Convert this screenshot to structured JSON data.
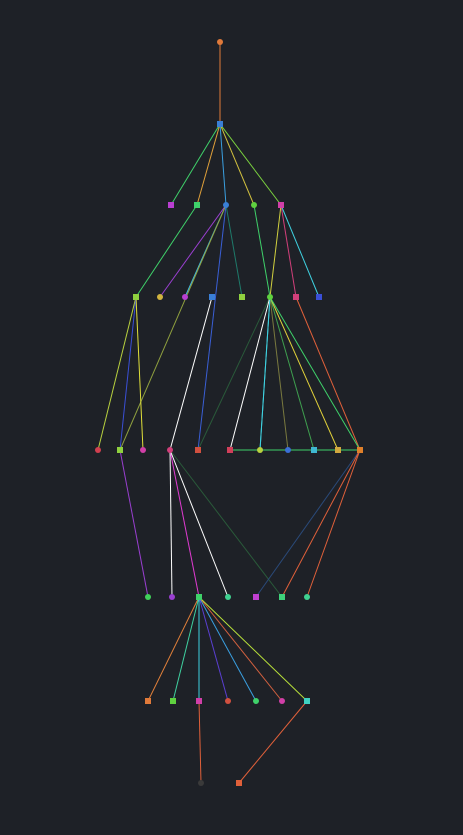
{
  "graph": {
    "background": "#1e2127",
    "nodes": [
      {
        "id": "n0",
        "shape": "circle",
        "color": "#e07a3a"
      },
      {
        "id": "n1",
        "shape": "square",
        "color": "#3a7fd6"
      },
      {
        "id": "n2",
        "shape": "square",
        "color": "#b93fd1"
      },
      {
        "id": "n3",
        "shape": "square",
        "color": "#3fd16a"
      },
      {
        "id": "n4",
        "shape": "circle",
        "color": "#3a7fd6"
      },
      {
        "id": "n5",
        "shape": "circle",
        "color": "#5fd13f"
      },
      {
        "id": "n6",
        "shape": "square",
        "color": "#d13fa8"
      },
      {
        "id": "n7",
        "shape": "square",
        "color": "#8fd13f"
      },
      {
        "id": "n8",
        "shape": "circle",
        "color": "#d1b43f"
      },
      {
        "id": "n9",
        "shape": "circle",
        "color": "#b93fd1"
      },
      {
        "id": "n10",
        "shape": "square",
        "color": "#3a7fd6"
      },
      {
        "id": "n11",
        "shape": "square",
        "color": "#8fd13f"
      },
      {
        "id": "n12",
        "shape": "square",
        "color": "#d13f7a"
      },
      {
        "id": "n13",
        "shape": "square",
        "color": "#3a4fd6"
      },
      {
        "id": "n14",
        "shape": "circle",
        "color": "#d13f4f"
      },
      {
        "id": "n15",
        "shape": "square",
        "color": "#8fd13f"
      },
      {
        "id": "n16",
        "shape": "circle",
        "color": "#d13fa8"
      },
      {
        "id": "n17",
        "shape": "circle",
        "color": "#d13f7a"
      },
      {
        "id": "n18",
        "shape": "square",
        "color": "#d1503f"
      },
      {
        "id": "n19",
        "shape": "square",
        "color": "#d13f5a"
      },
      {
        "id": "n20",
        "shape": "circle",
        "color": "#b8d13f"
      },
      {
        "id": "n21",
        "shape": "circle",
        "color": "#3a6fd6"
      },
      {
        "id": "n22",
        "shape": "square",
        "color": "#3fb8d1"
      },
      {
        "id": "n23",
        "shape": "square",
        "color": "#d1a83f"
      },
      {
        "id": "n24",
        "shape": "square",
        "color": "#e0802a"
      },
      {
        "id": "n25",
        "shape": "circle",
        "color": "#3fd15a"
      },
      {
        "id": "n26",
        "shape": "circle",
        "color": "#9a3fd1"
      },
      {
        "id": "n27",
        "shape": "square",
        "color": "#3fd16a"
      },
      {
        "id": "n28",
        "shape": "circle",
        "color": "#3fd190"
      },
      {
        "id": "n29",
        "shape": "square",
        "color": "#c03fd1"
      },
      {
        "id": "n30",
        "shape": "square",
        "color": "#3fd17a"
      },
      {
        "id": "n31",
        "shape": "circle",
        "color": "#3fd190"
      },
      {
        "id": "n32",
        "shape": "square",
        "color": "#e07a3a"
      },
      {
        "id": "n33",
        "shape": "square",
        "color": "#5fd13f"
      },
      {
        "id": "n34",
        "shape": "square",
        "color": "#d13fa8"
      },
      {
        "id": "n35",
        "shape": "circle",
        "color": "#d1503f"
      },
      {
        "id": "n36",
        "shape": "circle",
        "color": "#3fd16a"
      },
      {
        "id": "n37",
        "shape": "circle",
        "color": "#d13fa8"
      },
      {
        "id": "n38",
        "shape": "square",
        "color": "#3fd1c0"
      },
      {
        "id": "n39",
        "shape": "circle",
        "color": "#3a3a3a"
      },
      {
        "id": "n40",
        "shape": "square",
        "color": "#e0603a"
      }
    ],
    "edges": [
      {
        "from": "n0",
        "to": "n1",
        "color": "#e07a3a"
      },
      {
        "from": "n1",
        "to": "n2",
        "color": "#3fd16a"
      },
      {
        "from": "n1",
        "to": "n3",
        "color": "#e0a03a"
      },
      {
        "from": "n1",
        "to": "n4",
        "color": "#3a9fe0"
      },
      {
        "from": "n1",
        "to": "n5",
        "color": "#d1c03f"
      },
      {
        "from": "n1",
        "to": "n6",
        "color": "#7ad13f"
      },
      {
        "from": "n3",
        "to": "n7",
        "color": "#3fd16a"
      },
      {
        "from": "n4",
        "to": "n8",
        "color": "#9a3fd1"
      },
      {
        "from": "n4",
        "to": "n9",
        "color": "#3fb8e0"
      },
      {
        "from": "n4",
        "to": "n11",
        "color": "#1f7a6a"
      },
      {
        "from": "n4",
        "to": "n15",
        "color": "#8fa03f"
      },
      {
        "from": "n4",
        "to": "n18",
        "color": "#3a5fd6"
      },
      {
        "from": "n5",
        "to": "n19",
        "color": "#3fd16a"
      },
      {
        "from": "n6",
        "to": "n13",
        "color": "#3fd1e0"
      },
      {
        "from": "n6",
        "to": "n12",
        "color": "#d13f7a"
      },
      {
        "from": "n6",
        "to": "n19",
        "color": "#d1d13f"
      },
      {
        "from": "n7",
        "to": "n14",
        "color": "#b8d13f"
      },
      {
        "from": "n7",
        "to": "n15",
        "color": "#3a4fd6"
      },
      {
        "from": "n7",
        "to": "n16",
        "color": "#e0e03a"
      },
      {
        "from": "n10",
        "to": "n17",
        "color": "#ffffff"
      },
      {
        "from": "n19",
        "to": "n18",
        "color": "#2a5a3a"
      },
      {
        "from": "n19",
        "to": "n19b",
        "color": "#ffffff"
      },
      {
        "from": "n19",
        "to": "n20",
        "color": "#3fd1e0"
      },
      {
        "from": "n19",
        "to": "n21",
        "color": "#7a7a3f"
      },
      {
        "from": "n19",
        "to": "n22",
        "color": "#3fa04f"
      },
      {
        "from": "n19",
        "to": "n23",
        "color": "#e0d03a"
      },
      {
        "from": "n12",
        "to": "n24",
        "color": "#e0603a"
      },
      {
        "from": "n19b",
        "to": "n24",
        "color": "#3fd16a"
      },
      {
        "from": "n15",
        "to": "n25",
        "color": "#9a3fd1"
      },
      {
        "from": "n17",
        "to": "n26",
        "color": "#ffffff"
      },
      {
        "from": "n17",
        "to": "n27",
        "color": "#e03ad1"
      },
      {
        "from": "n17",
        "to": "n28",
        "color": "#ffffff"
      },
      {
        "from": "n17",
        "to": "n30",
        "color": "#2a5a3a"
      },
      {
        "from": "n24",
        "to": "n29",
        "color": "#2a4a7a"
      },
      {
        "from": "n24",
        "to": "n30",
        "color": "#e0603a"
      },
      {
        "from": "n24",
        "to": "n31",
        "color": "#e0603a"
      },
      {
        "from": "n27",
        "to": "n32",
        "color": "#e0803a"
      },
      {
        "from": "n27",
        "to": "n33",
        "color": "#3fd1a0"
      },
      {
        "from": "n27",
        "to": "n34",
        "color": "#3fd1e0"
      },
      {
        "from": "n27",
        "to": "n35",
        "color": "#5a3fd1"
      },
      {
        "from": "n27",
        "to": "n36",
        "color": "#3a9fe0"
      },
      {
        "from": "n27",
        "to": "n37",
        "color": "#d1603f"
      },
      {
        "from": "n27",
        "to": "n38",
        "color": "#b8e03a"
      },
      {
        "from": "n34",
        "to": "n39",
        "color": "#e0603a"
      },
      {
        "from": "n38",
        "to": "n40",
        "color": "#e0603a"
      }
    ]
  }
}
